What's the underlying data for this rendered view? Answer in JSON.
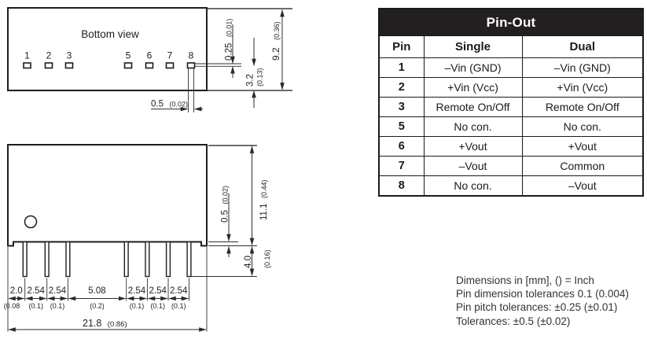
{
  "bottom_view": {
    "title": "Bottom view",
    "pins": [
      "1",
      "2",
      "3",
      "5",
      "6",
      "7",
      "8"
    ],
    "dim_pin_width_mm": "0.5",
    "dim_pin_width_in": "(0.02)",
    "dim_pin_thickness_mm": "0.25",
    "dim_pin_thickness_in": "(0.01)",
    "dim_pin_offset_mm": "3.2",
    "dim_pin_offset_in": "(0.13)",
    "dim_body_depth_mm": "9.2",
    "dim_body_depth_in": "(0.36)"
  },
  "side_view": {
    "pitch_mm": [
      "2.0",
      "2.54",
      "2.54",
      "5.08",
      "2.54",
      "2.54",
      "2.54"
    ],
    "pitch_in": [
      "(0.08",
      "(0.1)",
      "(0.1)",
      "(0.2)",
      "(0.1)",
      "(0.1)",
      "(0.1)"
    ],
    "dim_width_mm": "21.8",
    "dim_width_in": "(0.86)",
    "dim_height_mm": "11.1",
    "dim_height_in": "(0.44)",
    "dim_standoff_mm": "0.5",
    "dim_standoff_in": "(0.02)",
    "dim_pin_length_mm": "4.0",
    "dim_pin_length_in": "(0.16)"
  },
  "pinout": {
    "title": "Pin-Out",
    "columns": [
      "Pin",
      "Single",
      "Dual"
    ],
    "rows": [
      [
        "1",
        "–Vin (GND)",
        "–Vin (GND)"
      ],
      [
        "2",
        "+Vin (Vcc)",
        "+Vin (Vcc)"
      ],
      [
        "3",
        "Remote On/Off",
        "Remote On/Off"
      ],
      [
        "5",
        "No con.",
        "No con."
      ],
      [
        "6",
        "+Vout",
        "+Vout"
      ],
      [
        "7",
        "–Vout",
        "Common"
      ],
      [
        "8",
        "No con.",
        "–Vout"
      ]
    ],
    "header_bg": "#231f20"
  },
  "notes": [
    "Dimensions in [mm], () = Inch",
    "Pin dimension tolerances 0.1 (0.004)",
    "Pin pitch tolerances: ±0.25 (±0.01)",
    "Tolerances: ±0.5 (±0.02)"
  ]
}
